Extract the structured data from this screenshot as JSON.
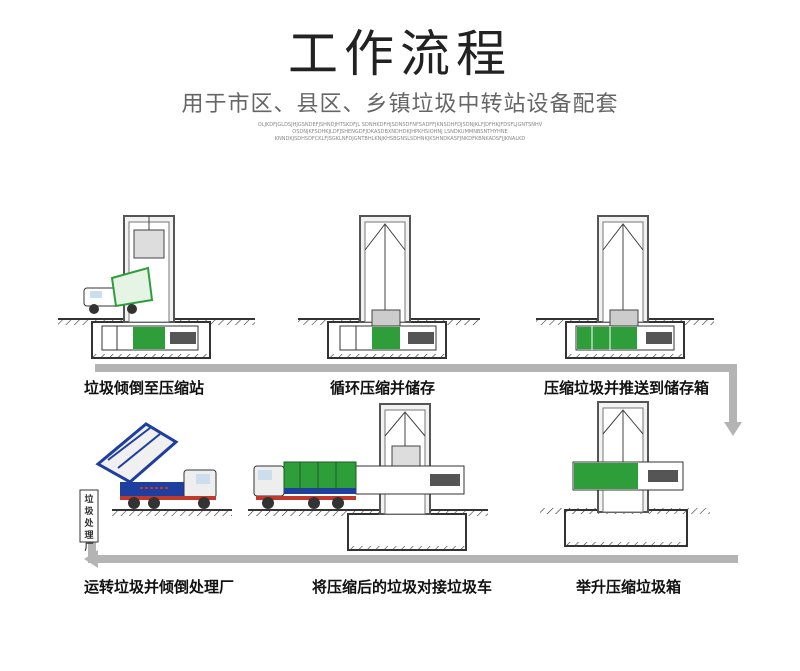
{
  "header": {
    "title": "工作流程",
    "subtitle": "用于市区、县区、乡镇垃圾中转站设备配套"
  },
  "filler_text": [
    "OLJKDFJGLDSJHJGSNDEFJSHNDJHTSKDFJL SDNHKDFHJSDNSDFNFSADFFJKNSDHFDJSDNJKLFJDFHKJFDSFLJGNTSNHV",
    "OSDNJKFSDHKJLDFJSHENGDFJDKASDBXNDHDKJHPKHSIOHNJ LSNDKUMMNBSNTHYHNE",
    "KNNDKJSDHSDFCKLFJSGKLNFDJGNTBHLKNJKHSBGNSLSDHNKJKSHNDKASFJNKDFKBNKADSFJJKNALKD"
  ],
  "stages": [
    {
      "id": "dump",
      "label": "垃圾倾倒至压缩站"
    },
    {
      "id": "compress",
      "label": "循环压缩并储存"
    },
    {
      "id": "push",
      "label": "压缩垃圾并推送到储存箱"
    },
    {
      "id": "lift",
      "label": "举升压缩垃圾箱"
    },
    {
      "id": "dock",
      "label": "将压缩后的垃圾对接垃圾车"
    },
    {
      "id": "transport",
      "label": "运转垃圾并倾倒处理厂"
    }
  ],
  "side_label": "垃圾处理厂",
  "colors": {
    "frame": "#555555",
    "frame_fill": "#f2f2f2",
    "green": "#2e9e3a",
    "truck_blue": "#1f3fa0",
    "truck_red": "#c0392b",
    "arrow": "#b4b4b4"
  }
}
